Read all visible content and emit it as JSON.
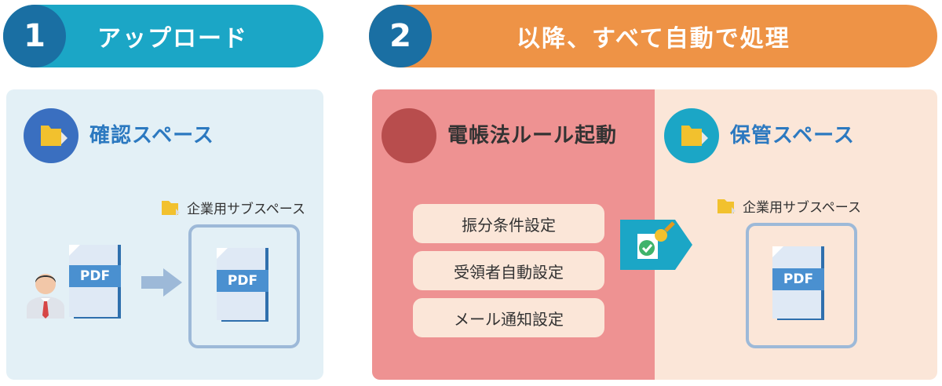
{
  "steps": [
    {
      "number": "1",
      "label": "アップロード"
    },
    {
      "number": "2",
      "label": "以降、すべて自動で処理"
    }
  ],
  "confirm_space": {
    "title": "確認スペース",
    "icon": "folder-icon",
    "subspace_label": "企業用サブスペース",
    "file_label": "PDF"
  },
  "rule_panel": {
    "title": "電帳法ルール起動",
    "settings": [
      "振分条件設定",
      "受領者自動設定",
      "メール通知設定"
    ]
  },
  "storage_space": {
    "title": "保管スペース",
    "icon": "folder-icon",
    "subspace_label": "企業用サブスペース",
    "file_label": "PDF"
  },
  "colors": {
    "step1": "#1ba6c6",
    "step2": "#ee9346",
    "step_circle": "#1a6fa3",
    "confirm_bg": "#e3f0f6",
    "rule_bg": "#ee9292",
    "storage_bg": "#fbe6d8",
    "pdf_blue": "#4a90d0"
  }
}
